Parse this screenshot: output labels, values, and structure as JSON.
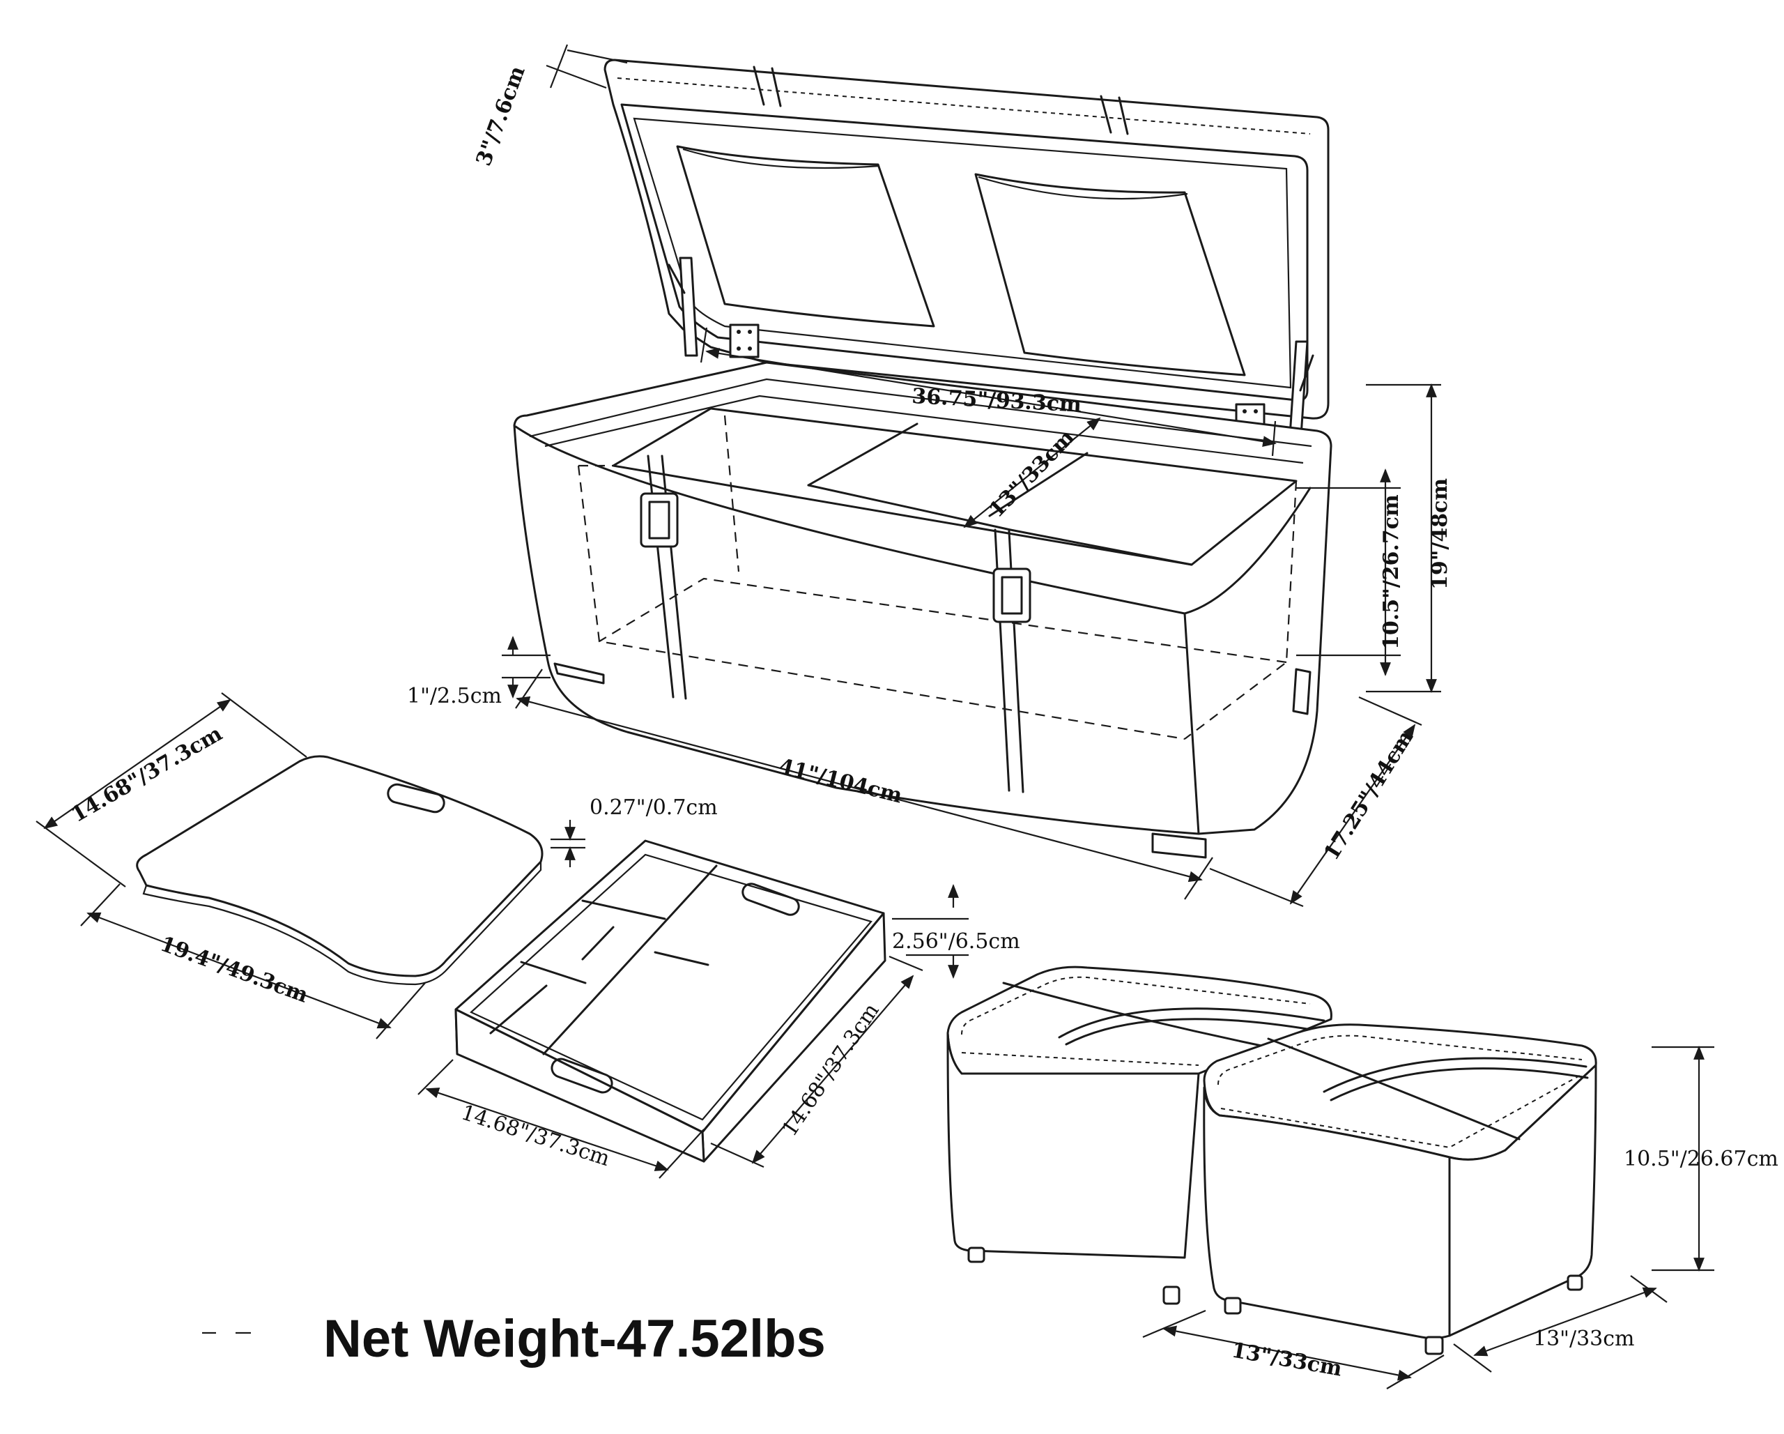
{
  "dimensions": {
    "lid_thickness": "3\"/7.6cm",
    "inner_length": "36.75\"/93.3cm",
    "inner_width": "13\"/33cm",
    "inner_depth": "10.5\"/26.7cm",
    "total_height": "19\"/48cm",
    "leg_height": "1\"/2.5cm",
    "total_length": "41\"/104cm",
    "total_depth": "17.25\"/44cm",
    "tray_top_depth": "14.68\"/37.3cm",
    "tray_top_width": "19.4\"/49.3cm",
    "tray_top_thickness": "0.27\"/0.7cm",
    "tray_height": "2.56\"/6.5cm",
    "tray_width": "14.68\"/37.3cm",
    "tray_depth": "14.68\"/37.3cm",
    "ottoman_height": "10.5\"/26.67cm",
    "ottoman_width": "13\"/33cm",
    "ottoman_depth": "13\"/33cm"
  },
  "net_weight": "Net Weight-47.52lbs"
}
